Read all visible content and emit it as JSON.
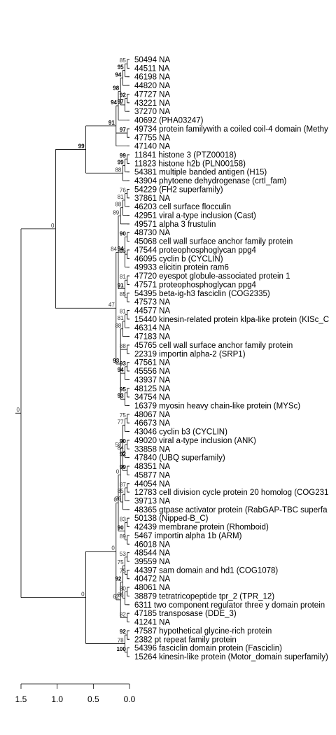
{
  "chart_data": {
    "type": "tree",
    "tree": {
      "s": "0",
      "c": [
        {
          "s": "0",
          "c": [
            {
              "s": "99",
              "c": [
                {
                  "s": "91",
                  "c": [
                    {
                      "s": "94",
                      "c": [
                        {
                          "s": "98",
                          "c": [
                            {
                              "s": "94",
                              "c": [
                                {
                                  "s": "95",
                                  "c": [
                                    {
                                      "s": "85",
                                      "c": [
                                        {
                                          "n": "50494 NA"
                                        },
                                        {
                                          "n": "44511 NA"
                                        }
                                      ]
                                    },
                                    {
                                      "n": "46198 NA"
                                    }
                                  ]
                                },
                                {
                                  "n": "44820 NA"
                                }
                              ]
                            },
                            {
                              "s": "97",
                              "c": [
                                {
                                  "s": "92",
                                  "c": [
                                    {
                                      "n": "47727 NA"
                                    },
                                    {
                                      "n": "43221 NA"
                                    }
                                  ]
                                },
                                {
                                  "n": "37270 NA"
                                }
                              ]
                            }
                          ]
                        },
                        {
                          "n": "40692 (PHA03247)"
                        }
                      ]
                    },
                    {
                      "s": "97",
                      "c": [
                        {
                          "n": "49734 protein familywith a coiled coil-4 domain (Methy"
                        },
                        {
                          "n": "47755 NA"
                        }
                      ]
                    },
                    {
                      "n": "47140 NA"
                    }
                  ]
                },
                {
                  "s": "88",
                  "c": [
                    {
                      "s": "99",
                      "c": [
                        {
                          "s": "99",
                          "c": [
                            {
                              "n": "11841 histone 3 (PTZ00018)"
                            },
                            {
                              "n": "11823 histone h2b (PLN00158)"
                            }
                          ]
                        },
                        {
                          "n": "54381 multiple banded antigen (H15)"
                        }
                      ]
                    },
                    {
                      "n": "43904 phytoene dehydrogenase (crtI_fam)"
                    }
                  ]
                }
              ]
            },
            {
              "s": "47",
              "c": [
                {
                  "s": "84",
                  "c": [
                    {
                      "s": "89",
                      "c": [
                        {
                          "s": "88",
                          "c": [
                            {
                              "s": "81",
                              "c": [
                                {
                                  "s": "76",
                                  "c": [
                                    {
                                      "n": "54229 (FH2 superfamily)"
                                    },
                                    {
                                      "n": "37861 NA"
                                    }
                                  ]
                                },
                                {
                                  "n": "46203 cell surface flocculin"
                                }
                              ]
                            },
                            {
                              "n": "42951 viral a-type inclusion (Cast)"
                            }
                          ]
                        },
                        {
                          "n": "49571 alpha 3 frustulin"
                        }
                      ]
                    },
                    {
                      "s": "94",
                      "c": [
                        {
                          "s": "90",
                          "c": [
                            {
                              "n": "48730 NA"
                            },
                            {
                              "n": "45068 cell wall surface anchor family protein"
                            }
                          ]
                        },
                        {
                          "s": "85",
                          "c": [
                            {
                              "n": "47544 proteophosphoglycan ppg4"
                            },
                            {
                              "n": "46095 cyclin b (CYCLIN)"
                            }
                          ]
                        },
                        {
                          "n": "49933 elicitin protein ram6"
                        }
                      ]
                    },
                    {
                      "s": "91",
                      "c": [
                        {
                          "s": "81",
                          "c": [
                            {
                              "n": "47720 eyespot globule-associated protein 1"
                            },
                            {
                              "n": "47571 proteophosphoglycan ppg4"
                            }
                          ]
                        },
                        {
                          "s": "85",
                          "c": [
                            {
                              "n": "54395 beta-ig-h3 fasciclin (COG2335)"
                            },
                            {
                              "n": "47573 NA"
                            }
                          ]
                        }
                      ]
                    }
                  ]
                },
                {
                  "s": "93",
                  "c": [
                    {
                      "s": "88",
                      "c": [
                        {
                          "s": "81",
                          "c": [
                            {
                              "s": "81",
                              "c": [
                                {
                                  "n": "44577 NA"
                                },
                                {
                                  "n": "15440 kinesin-related protein klpa-like protein (KISc_C"
                                }
                              ]
                            },
                            {
                              "n": "46314 NA"
                            }
                          ]
                        },
                        {
                          "n": "47183 NA"
                        }
                      ]
                    },
                    {
                      "s": "88",
                      "c": [
                        {
                          "n": "45765 cell wall surface anchor family protein"
                        },
                        {
                          "n": "22319 importin alpha-2 (SRP1)"
                        }
                      ]
                    },
                    {
                      "s": "94",
                      "c": [
                        {
                          "s": "93",
                          "c": [
                            {
                              "n": "47561 NA"
                            },
                            {
                              "n": "45556 NA"
                            }
                          ]
                        },
                        {
                          "n": "43937 NA"
                        }
                      ]
                    },
                    {
                      "s": "93",
                      "c": [
                        {
                          "s": "95",
                          "c": [
                            {
                              "n": "48125 NA"
                            },
                            {
                              "n": "34754 NA"
                            }
                          ]
                        },
                        {
                          "n": "16379 myosin heavy chain-like protein (MYSc)"
                        }
                      ]
                    }
                  ]
                }
              ]
            }
          ]
        },
        {
          "s": "0",
          "c": [
            {
              "s": "0",
              "c": [
                {
                  "s": "0",
                  "c": [
                    {
                      "s": "0",
                      "c": [
                        {
                          "s": "58",
                          "c": [
                            {
                              "s": "77",
                              "c": [
                                {
                                  "s": "75",
                                  "c": [
                                    {
                                      "n": "48067 NA"
                                    },
                                    {
                                      "n": "46673 NA"
                                    }
                                  ]
                                },
                                {
                                  "n": "43046 cyclin b3 (CYCLIN)"
                                }
                              ]
                            },
                            {
                              "s": "84",
                              "c": [
                                {
                                  "s": "90",
                                  "c": [
                                    {
                                      "n": "49020 viral a-type inclusion (ANK)"
                                    },
                                    {
                                      "n": "33858 NA"
                                    }
                                  ]
                                },
                                {
                                  "s": "92",
                                  "c": [
                                    {
                                      "n": "47840 (UBQ superfamily)"
                                    }
                                  ]
                                }
                              ]
                            },
                            {
                              "s": "99",
                              "c": [
                                {
                                  "n": "48351 NA"
                                },
                                {
                                  "n": "45877 NA"
                                }
                              ]
                            }
                          ]
                        },
                        {
                          "s": "86",
                          "c": [
                            {
                              "s": "85",
                              "c": [
                                {
                                  "s": "87",
                                  "c": [
                                    {
                                      "n": "44054 NA"
                                    },
                                    {
                                      "n": "12783 cell division cycle protein 20 homolog (COG231"
                                    }
                                  ]
                                },
                                {
                                  "n": "39713 NA"
                                }
                              ]
                            },
                            {
                              "n": "48365 gtpase activator protein (RabGAP-TBC superfa"
                            }
                          ]
                        }
                      ]
                    },
                    {
                      "s": "90",
                      "c": [
                        {
                          "s": "83",
                          "c": [
                            {
                              "n": "50138 (Nipped-B_C)"
                            },
                            {
                              "n": "42439 membrane protein (Rhomboid)"
                            }
                          ]
                        },
                        {
                          "s": "89",
                          "c": [
                            {
                              "n": "5467 importin alpha 1b (ARM)"
                            },
                            {
                              "n": "46018 NA"
                            }
                          ]
                        }
                      ]
                    }
                  ]
                },
                {
                  "s": "62",
                  "c": [
                    {
                      "s": "92",
                      "c": [
                        {
                          "s": "75",
                          "c": [
                            {
                              "s": "53",
                              "c": [
                                {
                                  "n": "48544 NA"
                                },
                                {
                                  "n": "39559 NA"
                                }
                              ]
                            },
                            {
                              "s": "75",
                              "c": [
                                {
                                  "n": "44397 sam domain and hd1 (COG1078)"
                                },
                                {
                                  "n": "40472 NA"
                                }
                              ]
                            }
                          ]
                        },
                        {
                          "s": "86",
                          "c": [
                            {
                              "s": "80",
                              "c": [
                                {
                                  "n": "48061 NA"
                                },
                                {
                                  "n": "38879 tetratricopeptide tpr_2 (TPR_12)"
                                }
                              ]
                            },
                            {
                              "n": "6311 two component regulator three y domain protein"
                            }
                          ]
                        }
                      ]
                    },
                    {
                      "s": "82",
                      "c": [
                        {
                          "n": "47185 transposase (DDE_3)"
                        },
                        {
                          "n": "41241 NA"
                        }
                      ]
                    }
                  ]
                }
              ]
            },
            {
              "s": "78",
              "c": [
                {
                  "s": "92",
                  "c": [
                    {
                      "n": "47587 hypothetical glycine-rich protein"
                    },
                    {
                      "n": "2382 pt repeat family protein"
                    }
                  ]
                },
                {
                  "s": "100",
                  "c": [
                    {
                      "n": "54396 fasciclin domain protein (Fasciclin)"
                    },
                    {
                      "n": "15264 kinesin-like protein (Motor_domain superfamily)"
                    }
                  ]
                }
              ]
            }
          ]
        }
      ]
    },
    "axis": {
      "ticks": [
        1.5,
        1.0,
        0.5,
        0.0
      ],
      "tick_labels": [
        "1.5",
        "1.0",
        "0.5",
        "0.0"
      ],
      "range": [
        1.5,
        0.0
      ]
    }
  }
}
